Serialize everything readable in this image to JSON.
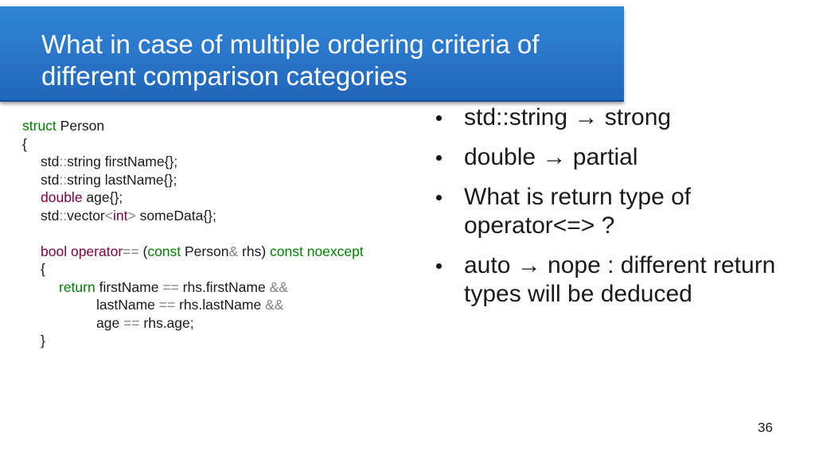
{
  "slide": {
    "title_line1": "What in case of multiple ordering criteria of",
    "title_line2": "different comparison categories",
    "page_number": "36"
  },
  "code": {
    "struct_kw": "struct",
    "struct_name": " Person",
    "open_brace": "{",
    "std1": "std",
    "scope": "::",
    "field1": "string firstName{};",
    "std2": "std",
    "field2": "string lastName{};",
    "double_kw": "double",
    "field3": " age{};",
    "std3": "std",
    "vector": "vector",
    "lt": "<",
    "int_kw": "int",
    "gt": ">",
    "field4": " someData{};",
    "bool_kw": "bool",
    "operator_kw": "operator",
    "eqeq": "==",
    "paren_open": " (",
    "const_kw": "const",
    "person_ref": " Person",
    "amp": "&",
    "rhs_close": " rhs) ",
    "const_noexcept": "const noexcept",
    "return_kw": "return",
    "r1a": " firstName ",
    "r1b": " rhs.firstName ",
    "andand": "&&",
    "r2a": "lastName ",
    "r2b": " rhs.lastName ",
    "r3a": "age ",
    "r3b": " rhs.age;",
    "close_brace": "}"
  },
  "bullets": [
    "std::string → strong",
    "double → partial",
    "What is return type of operator<=> ?",
    "auto → nope : different return types will be deduced"
  ]
}
